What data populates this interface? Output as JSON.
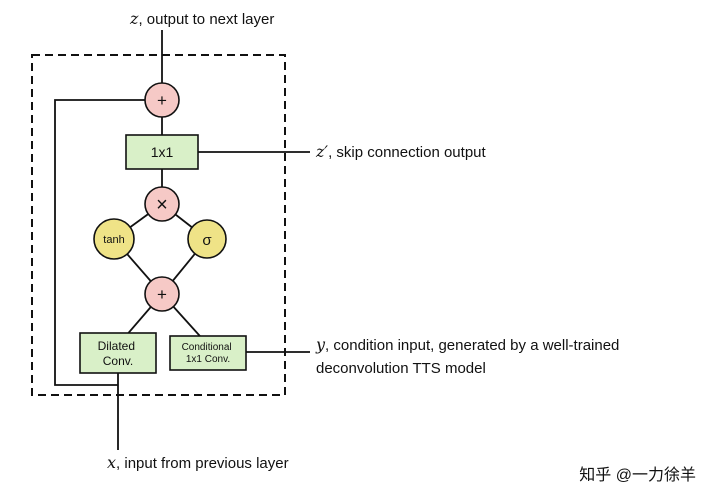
{
  "labels": {
    "top": {
      "var": "z",
      "text": ", output to next layer"
    },
    "skip": {
      "var": "z′",
      "text": ", skip connection output"
    },
    "condition": {
      "var": "y",
      "text": ", condition input, generated by a well-trained",
      "text2": "deconvolution TTS model"
    },
    "bottom": {
      "var": "x",
      "text": ", input from previous layer"
    }
  },
  "nodes": {
    "sum_top": "+",
    "conv_1x1": "1x1",
    "multiply": "×",
    "tanh": "tanh",
    "sigmoid": "σ",
    "sum_bottom": "+",
    "dilated_conv": [
      "Dilated",
      "Conv."
    ],
    "conditional_conv": [
      "Conditional",
      "1x1 Conv."
    ]
  },
  "colors": {
    "operator_fill": "#f6c9c6",
    "activation_fill": "#efe387",
    "conv_fill": "#d9f0c8",
    "stroke": "#111111",
    "watermark_gray": "#999999"
  },
  "watermark": "知乎 @一力徐羊"
}
